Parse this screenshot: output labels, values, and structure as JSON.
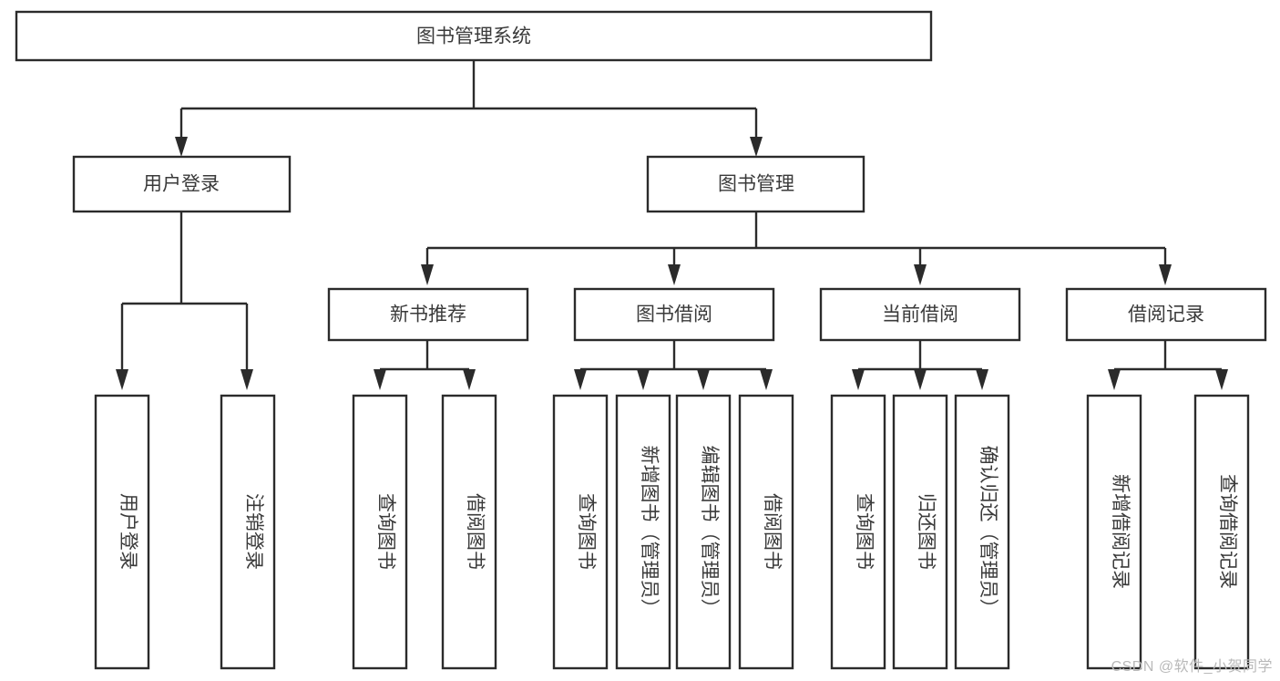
{
  "diagram": {
    "type": "tree-hierarchy-chart",
    "title": "图书管理系统",
    "watermark": "CSDN @软件_小贺同学",
    "colors": {
      "stroke": "#2b2b2b",
      "box_fill": "#ffffff",
      "text": "#3a3a3a",
      "background": "#ffffff",
      "watermark": "#b9b9b9"
    },
    "levels": {
      "root": {
        "label": "图书管理系统"
      },
      "level2": [
        {
          "label": "用户登录"
        },
        {
          "label": "图书管理"
        }
      ],
      "level3": [
        {
          "label": "新书推荐"
        },
        {
          "label": "图书借阅"
        },
        {
          "label": "当前借阅"
        },
        {
          "label": "借阅记录"
        }
      ],
      "leaves": [
        {
          "label": "用户登录",
          "parent": "用户登录"
        },
        {
          "label": "注销登录",
          "parent": "用户登录"
        },
        {
          "label": "查询图书",
          "parent": "新书推荐"
        },
        {
          "label": "借阅图书",
          "parent": "新书推荐"
        },
        {
          "label": "查询图书",
          "parent": "图书借阅"
        },
        {
          "label": "新增图书（管理员）",
          "parent": "图书借阅"
        },
        {
          "label": "编辑图书（管理员）",
          "parent": "图书借阅"
        },
        {
          "label": "借阅图书",
          "parent": "图书借阅"
        },
        {
          "label": "查询图书",
          "parent": "当前借阅"
        },
        {
          "label": "归还图书",
          "parent": "当前借阅"
        },
        {
          "label": "确认归还（管理员）",
          "parent": "当前借阅"
        },
        {
          "label": "新增借阅记录",
          "parent": "借阅记录"
        },
        {
          "label": "查询借阅记录",
          "parent": "借阅记录"
        }
      ]
    }
  }
}
